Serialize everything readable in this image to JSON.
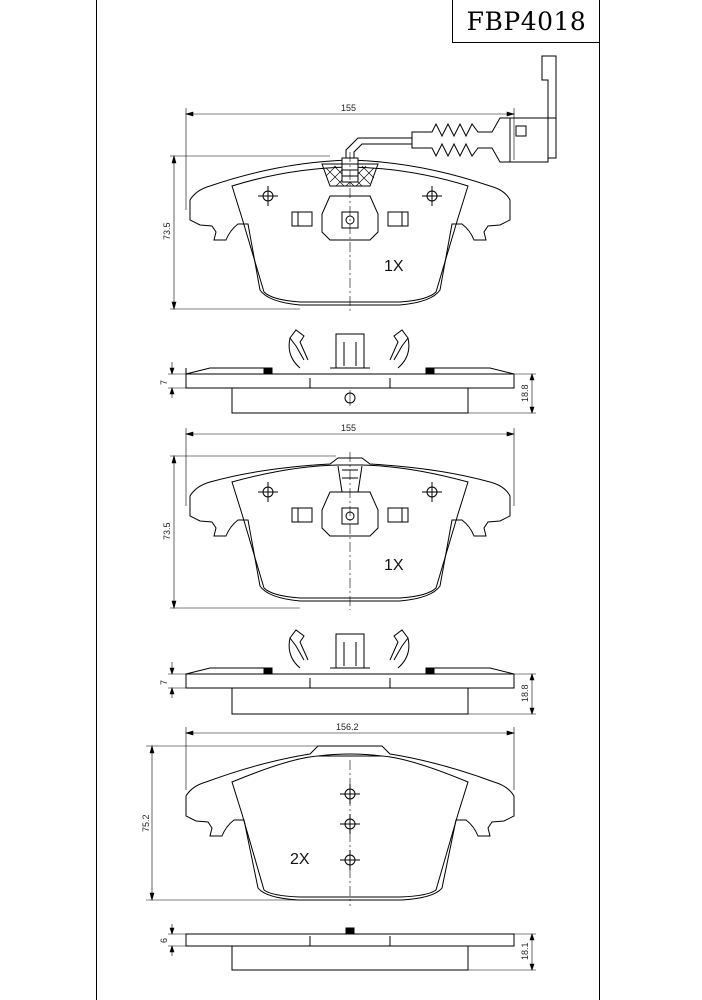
{
  "part_number": "FBP4018",
  "views": {
    "pad1": {
      "width_label": "155",
      "height_label": "73.5",
      "quantity_label": "1X",
      "side_thickness_label": "7",
      "side_total_label": "18.8"
    },
    "pad2": {
      "width_label": "155",
      "height_label": "73.5",
      "quantity_label": "1X",
      "side_thickness_label": "7",
      "side_total_label": "18.8"
    },
    "pad3": {
      "width_label": "156.2",
      "height_label": "75.2",
      "quantity_label": "2X",
      "side_thickness_label": "6",
      "side_total_label": "18.1"
    }
  }
}
